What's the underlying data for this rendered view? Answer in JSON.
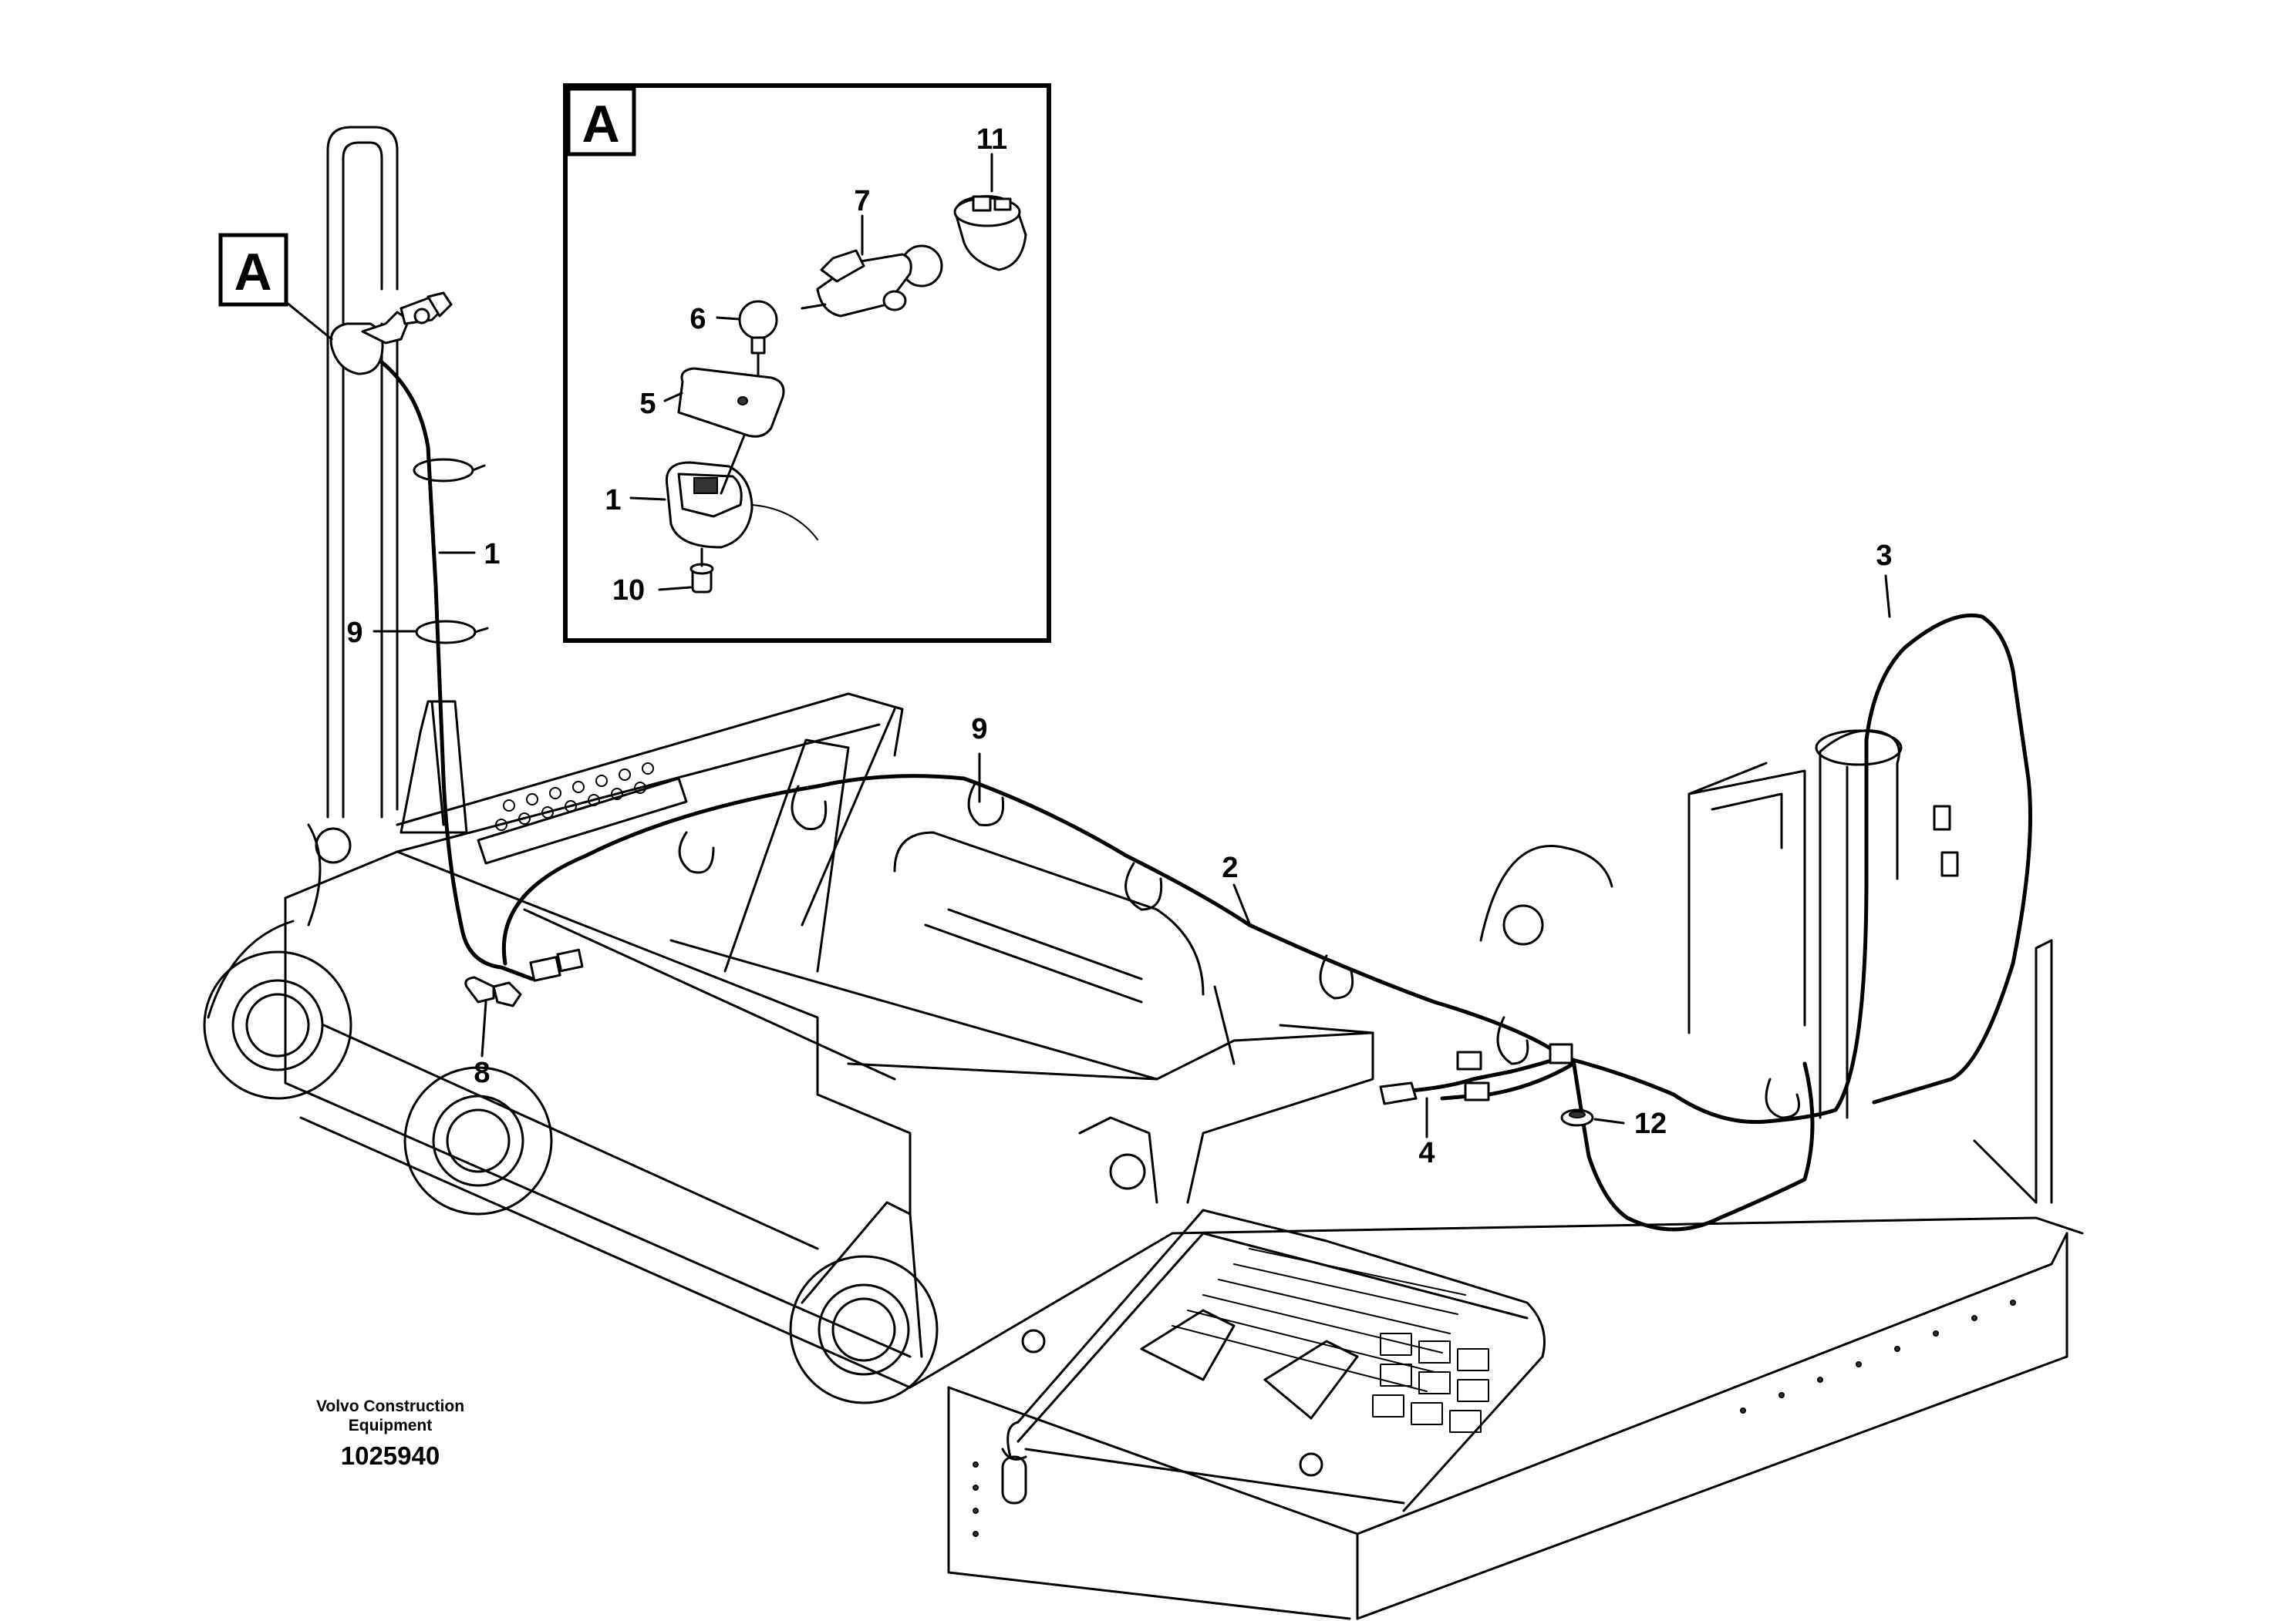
{
  "detail_letter": "A",
  "callouts": {
    "inset_1": "1",
    "inset_5": "5",
    "inset_6": "6",
    "inset_7": "7",
    "inset_10": "10",
    "inset_11": "11",
    "main_1": "1",
    "main_2": "2",
    "main_3": "3",
    "main_4": "4",
    "main_8": "8",
    "main_9a": "9",
    "main_9b": "9",
    "main_12": "12"
  },
  "footer": {
    "brand_line1": "Volvo Construction",
    "brand_line2": "Equipment",
    "drawing_number": "1025940"
  }
}
